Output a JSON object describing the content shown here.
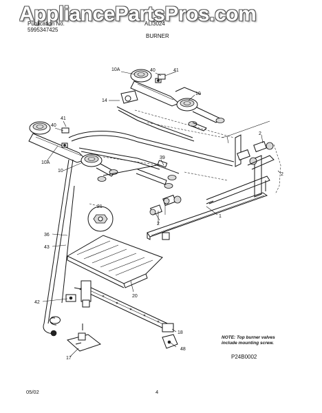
{
  "watermark": "AppliancePartsPros.com",
  "header": {
    "publication_label": "Publication No.",
    "publication_no": "5995347425",
    "model_prefix": "ALI3024",
    "section_title": "BURNER"
  },
  "callouts": {
    "c10a_top": "10A",
    "c40_top": "40",
    "c41_top": "41",
    "c10_top": "10",
    "c14": "14",
    "c41_left": "41",
    "c40_left": "40",
    "c2_upper": "2",
    "c2_right": "2",
    "c10a_left": "10A",
    "c10_left": "10",
    "c39": "39",
    "c21": "21",
    "c1": "1",
    "c2_lower": "2",
    "c36": "36",
    "c43": "43",
    "c20": "20",
    "c42": "42",
    "c18": "18",
    "c48": "48",
    "c17": "17"
  },
  "note": {
    "line1": "NOTE: Top burner valves",
    "line2": "include mounting screw."
  },
  "diagram_code": "P24B0002",
  "footer": {
    "date": "05/02",
    "page": "4"
  }
}
